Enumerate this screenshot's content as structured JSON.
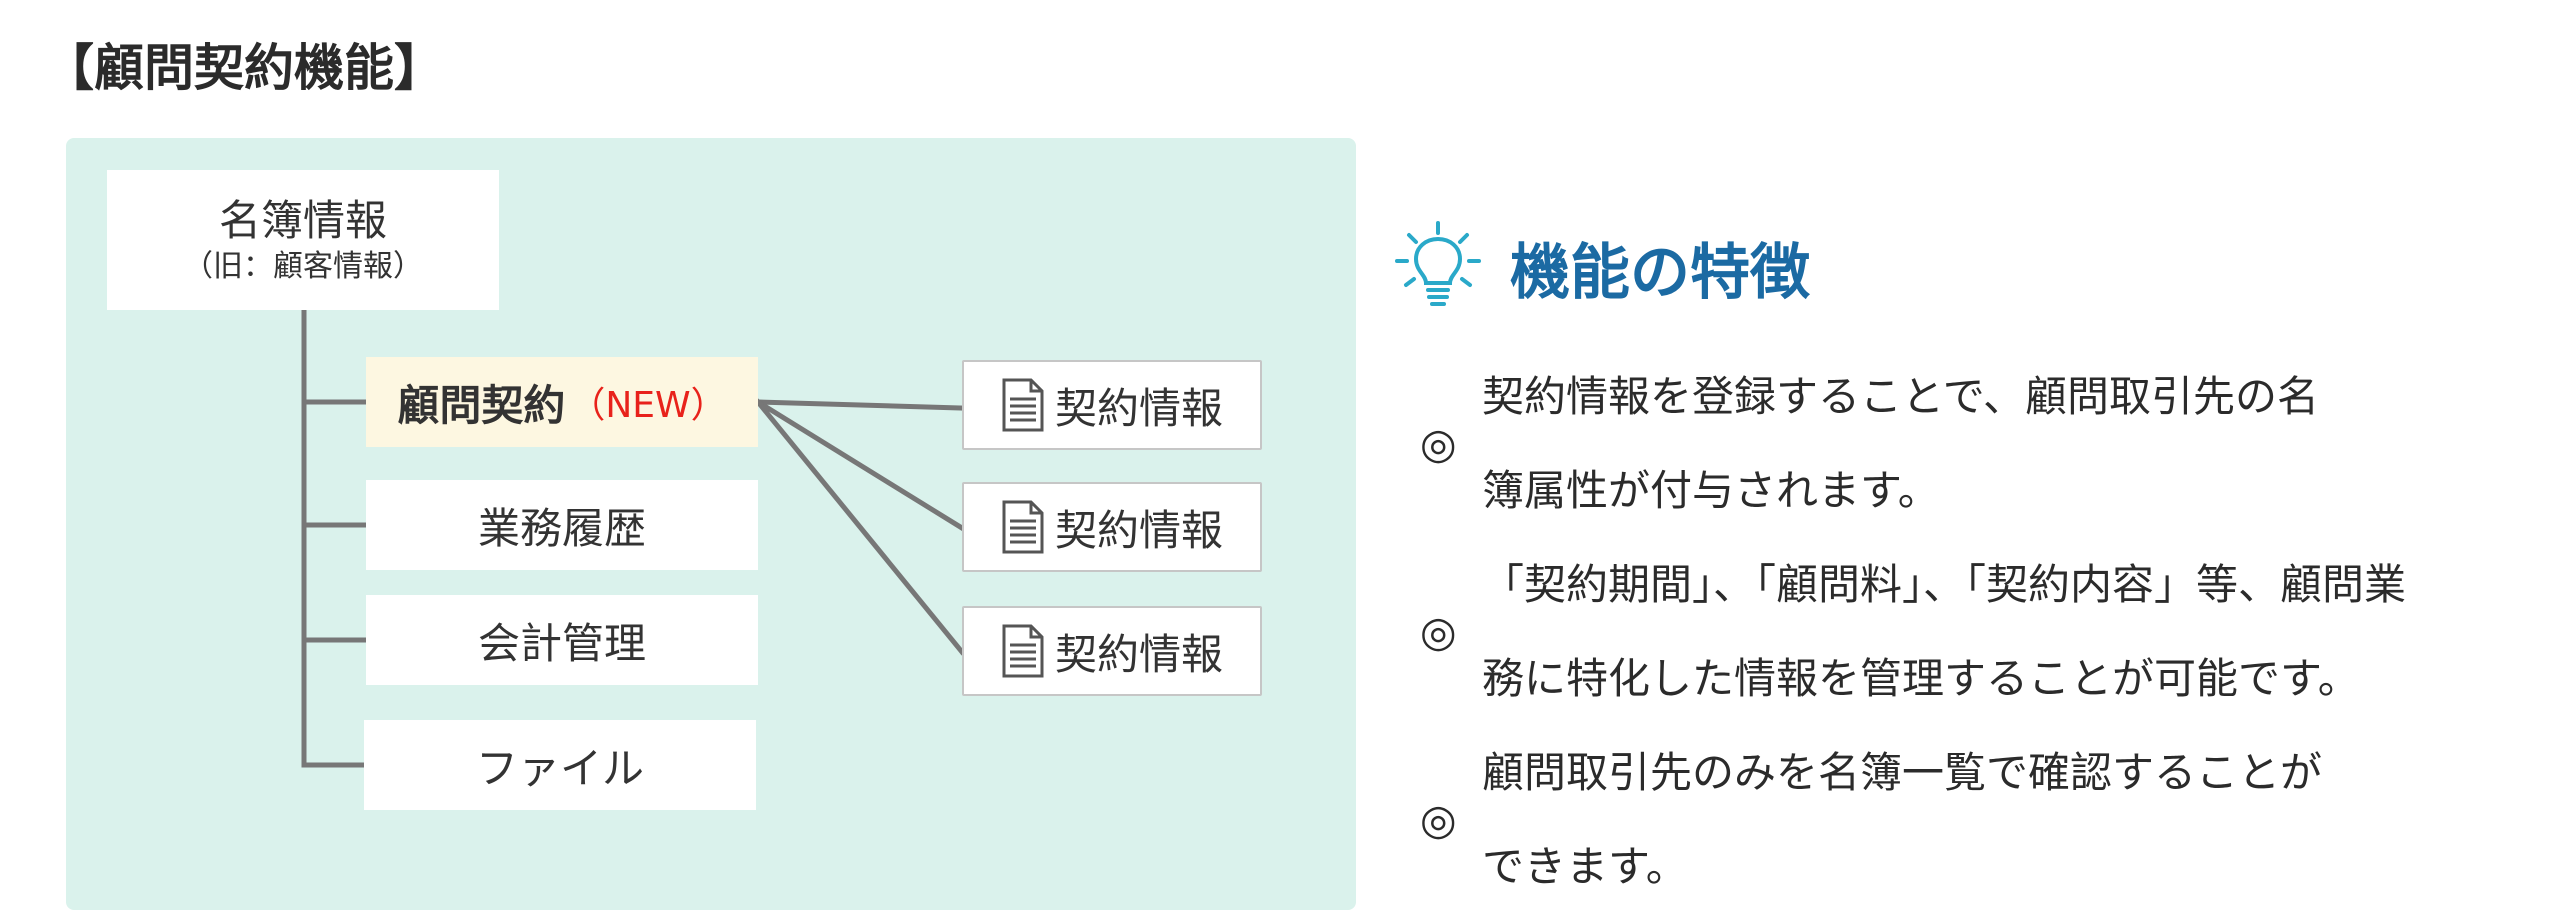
{
  "page_title": "【顧問契約機能】",
  "diagram": {
    "root": {
      "title": "名簿情報",
      "subtitle": "（旧：顧客情報）"
    },
    "children": [
      {
        "label": "顧問契約",
        "badge": "（NEW）"
      },
      {
        "label": "業務履歴"
      },
      {
        "label": "会計管理"
      },
      {
        "label": "ファイル"
      }
    ],
    "documents": [
      {
        "label": "契約情報"
      },
      {
        "label": "契約情報"
      },
      {
        "label": "契約情報"
      }
    ]
  },
  "features": {
    "icon": "lightbulb-icon",
    "title": "機能の特徴",
    "bullet_mark": "◎",
    "items": [
      {
        "lines": [
          "契約情報を登録することで、顧問取引先の名",
          "簿属性が付与されます。"
        ]
      },
      {
        "lines": [
          "「契約期間」、「顧問料」、「契約内容」等、顧問業",
          "務に特化した情報を管理することが可能です。"
        ]
      },
      {
        "lines": [
          "顧問取引先のみを名簿一覧で確認することが",
          "できます。"
        ]
      }
    ]
  },
  "colors": {
    "panel_bg": "#daf2ec",
    "new_badge": "#e8221b",
    "feature_title": "#1b6aa3",
    "icon": "#2aa9c9",
    "connector": "#777777"
  }
}
